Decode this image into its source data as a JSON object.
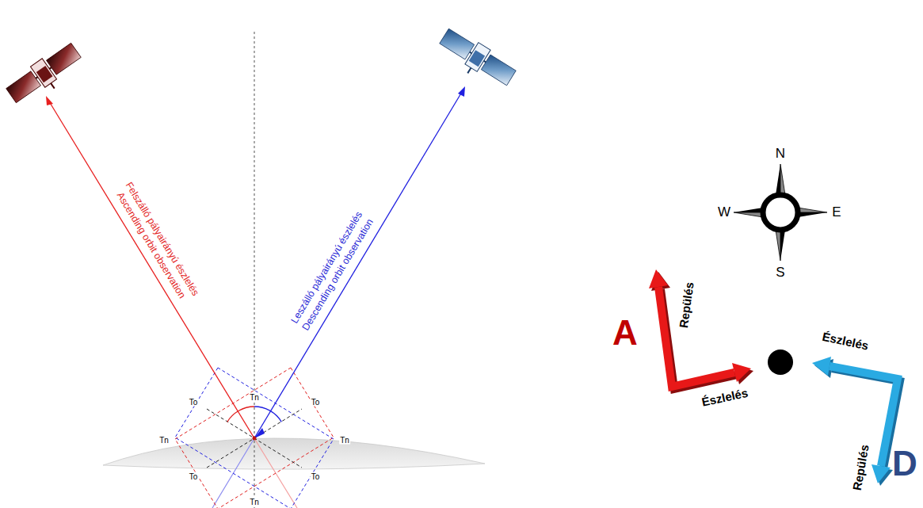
{
  "diagram": {
    "labels": [
      "Felszálló pályairányú észlelés",
      "Ascending orbit observation",
      "Leszálló pályairányú észlelés",
      "Descending orbit observation",
      "Tn",
      "To",
      "To",
      "Tn",
      "Tn",
      "To",
      "To",
      "Tn",
      "N",
      "W",
      "E",
      "S",
      "A",
      "Repülés",
      "Észlelés",
      "Észlelés",
      "Repülés",
      "D"
    ]
  }
}
